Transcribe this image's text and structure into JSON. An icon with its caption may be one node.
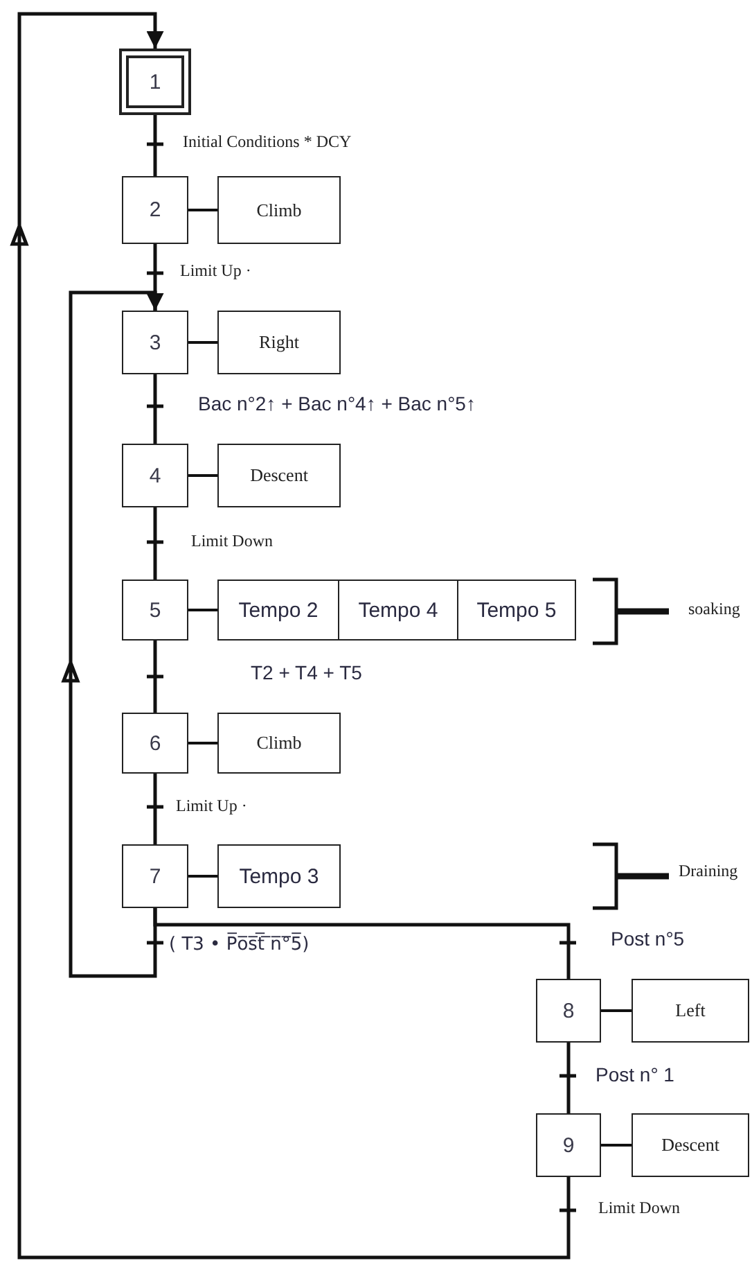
{
  "diagram": {
    "nodes": [
      {
        "text": [
          "1"
        ]
      },
      {
        "text": [
          "2"
        ]
      },
      {
        "text": [
          "Climb"
        ]
      },
      {
        "text": [
          "3"
        ]
      },
      {
        "text": [
          "Right"
        ]
      },
      {
        "text": [
          "4"
        ]
      },
      {
        "text": [
          "Descent"
        ]
      },
      {
        "text": [
          "5"
        ]
      },
      {
        "text": [
          "Tempo 2"
        ]
      },
      {
        "text": [
          "Tempo 4"
        ]
      },
      {
        "text": [
          "Tempo 5"
        ]
      },
      {
        "text": [
          "6"
        ]
      },
      {
        "text": [
          "Climb"
        ]
      },
      {
        "text": [
          "7"
        ]
      },
      {
        "text": [
          "Tempo 3"
        ]
      },
      {
        "text": [
          "8"
        ]
      },
      {
        "text": [
          "Left"
        ]
      },
      {
        "text": [
          "9"
        ]
      },
      {
        "text": [
          "Descent"
        ]
      }
    ],
    "edges": [
      {
        "from": 0,
        "to": 1,
        "arrow": "none",
        "label": "Initial Conditions * DCY"
      },
      {
        "from": 1,
        "to": 3,
        "arrow": "none",
        "label": "Limit Up ·"
      },
      {
        "from": 3,
        "to": 5,
        "arrow": "none",
        "label": "Bac n°2↑ + Bac n°4↑ + Bac n°5↑"
      },
      {
        "from": 5,
        "to": 7,
        "arrow": "none",
        "label": "Limit Down"
      },
      {
        "from": 7,
        "to": 11,
        "arrow": "none",
        "label": "T2 + T4 + T5"
      },
      {
        "from": 11,
        "to": 13,
        "arrow": "none",
        "label": "Limit Up ·"
      },
      {
        "from": 13,
        "to": 3,
        "arrow": "to",
        "label": "( T3 • P̅o̅s̅t̅ ̅n̅°̅5̅)"
      },
      {
        "from": 13,
        "to": 15,
        "arrow": "none",
        "label": "Post n°5"
      },
      {
        "from": 15,
        "to": 17,
        "arrow": "none",
        "label": "Post n° 1"
      },
      {
        "from": 17,
        "to": 0,
        "arrow": "to",
        "label": "Limit Down"
      },
      {
        "from": 1,
        "to": 2,
        "arrow": "none"
      },
      {
        "from": 3,
        "to": 4,
        "arrow": "none"
      },
      {
        "from": 5,
        "to": 6,
        "arrow": "none"
      },
      {
        "from": 7,
        "to": 8,
        "arrow": "none"
      },
      {
        "from": 11,
        "to": 12,
        "arrow": "none"
      },
      {
        "from": 13,
        "to": 14,
        "arrow": "none"
      },
      {
        "from": 15,
        "to": 16,
        "arrow": "none"
      },
      {
        "from": 17,
        "to": 18,
        "arrow": "none"
      }
    ],
    "labels": [
      "soaking",
      "Draining"
    ]
  }
}
